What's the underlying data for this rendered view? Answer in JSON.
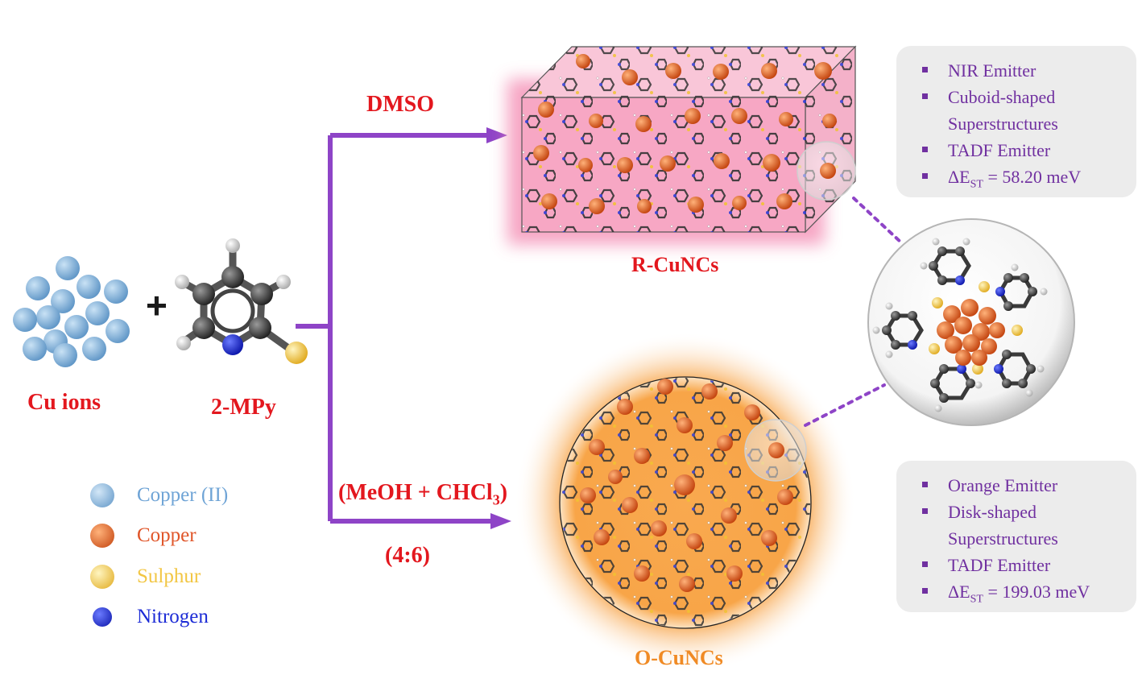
{
  "reactants": {
    "cu_ions_label": "Cu ions",
    "plus": "+",
    "ligand_label": "2-MPy"
  },
  "routes": {
    "top_solvent": "DMSO",
    "bottom_solvent_main": "(MeOH + CHCl",
    "bottom_solvent_sub": "3",
    "bottom_solvent_close": ")",
    "bottom_ratio": "(4:6)"
  },
  "products": {
    "top_label": "R-CuNCs",
    "bottom_label": "O-CuNCs"
  },
  "legend": [
    {
      "label": "Copper (II)",
      "color": "#5b9bd5",
      "icon": "copper-ii-sphere"
    },
    {
      "label": "Copper",
      "color": "#e0562a",
      "icon": "copper-sphere"
    },
    {
      "label": "Sulphur",
      "color": "#f2c643",
      "icon": "sulphur-sphere"
    },
    {
      "label": "Nitrogen",
      "color": "#1c2bd6",
      "icon": "nitrogen-sphere"
    }
  ],
  "top_box": {
    "items": [
      {
        "text": "NIR Emitter"
      },
      {
        "text": "Cuboid-shaped"
      },
      {
        "text": "Superstructures",
        "continuation": true
      },
      {
        "text": "TADF Emitter"
      },
      {
        "prefix": "ΔE",
        "sub": "ST",
        "suffix": " = 58.20 meV"
      }
    ]
  },
  "bottom_box": {
    "items": [
      {
        "text": "Orange Emitter"
      },
      {
        "text": "Disk-shaped"
      },
      {
        "text": "Superstructures",
        "continuation": true
      },
      {
        "text": "TADF Emitter"
      },
      {
        "prefix": "ΔE",
        "sub": "ST",
        "suffix": " = 199.03 meV"
      }
    ]
  },
  "colors": {
    "arrow": "#8e44c7",
    "label_red": "#e3171e",
    "label_orange": "#f08a24",
    "box_text": "#7030a0",
    "cuboid_pink": "#f5a3c0",
    "disk_orange": "#f7a34a"
  }
}
